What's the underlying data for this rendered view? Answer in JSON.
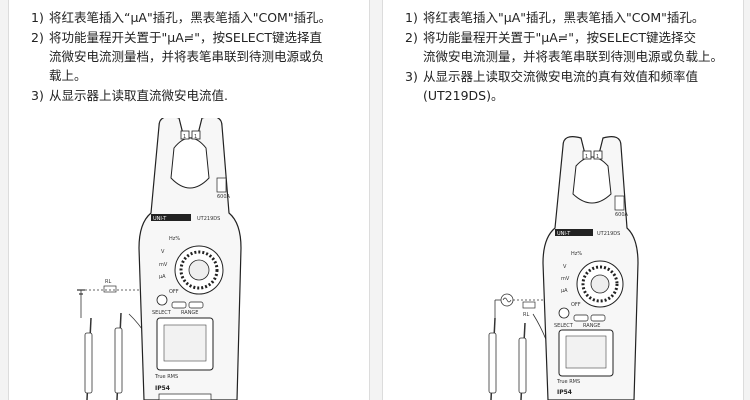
{
  "left_panel": {
    "steps": [
      {
        "num": "1)",
        "lines": [
          "将红表笔插入“μA\"插孔，黑表笔插入\"COM\"插孔。"
        ]
      },
      {
        "num": "2)",
        "lines": [
          "将功能量程开关置于\"μA≓\"，按SELECT键选择直",
          "流微安电流测量档，并将表笔串联到待测电源或负",
          "载上。"
        ]
      },
      {
        "num": "3)",
        "lines": [
          "从显示器上读取直流微安电流值."
        ]
      }
    ],
    "meter": {
      "brand": "UNI-T",
      "model": "UT219DS",
      "jaw_marks": [
        "1",
        "1"
      ],
      "source_label": "RL",
      "off_label": "OFF",
      "select_label": "SELECT",
      "range_label": "RANGE",
      "true_rms_label": "True RMS",
      "ip_label": "IP54",
      "side_label": "600A",
      "dial_labels": [
        "Hz%",
        "V",
        "mV",
        "μA"
      ]
    }
  },
  "right_panel": {
    "steps": [
      {
        "num": "1)",
        "lines": [
          "将红表笔插入\"μA\"插孔，黑表笔插入\"COM\"插孔。"
        ]
      },
      {
        "num": "2)",
        "lines": [
          "将功能量程开关置于\"μA≓\"，按SELECT键选择交",
          "流微安电流测量，并将表笔串联到待测电源或负载上。"
        ]
      },
      {
        "num": "3)",
        "lines": [
          "从显示器上读取交流微安电流的真有效值和频率值",
          "(UT219DS)。"
        ]
      }
    ],
    "meter": {
      "brand": "UNI-T",
      "model": "UT219DS",
      "jaw_marks": [
        "1",
        "1"
      ],
      "source_label": "RL",
      "off_label": "OFF",
      "select_label": "SELECT",
      "range_label": "RANGE",
      "true_rms_label": "True RMS",
      "ip_label": "IP54",
      "side_label": "600A",
      "dial_labels": [
        "Hz%",
        "V",
        "mV",
        "μA"
      ]
    }
  },
  "colors": {
    "ink": "#222222",
    "panel_bg": "#ffffff",
    "page_bg": "#f3f3f3",
    "device_fill": "#f7f7f7"
  },
  "icons": [
    "dc-source-icon",
    "ac-source-icon",
    "clamp-meter-icon",
    "test-lead-icon"
  ]
}
